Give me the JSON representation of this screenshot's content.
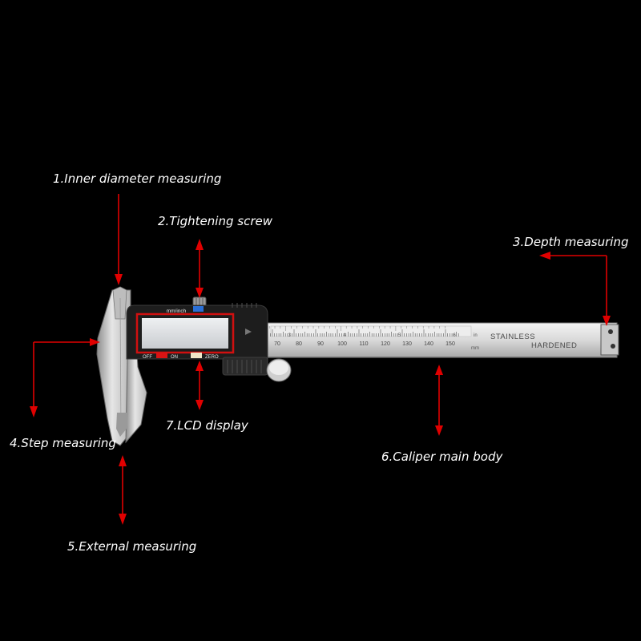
{
  "labels": {
    "inner": "1.Inner diameter measuring",
    "screw": "2.Tightening screw",
    "depth": "3.Depth measuring",
    "step": "4.Step measuring",
    "external": "5.External measuring",
    "body": "6.Caliper main body",
    "lcd": "7.LCD display"
  },
  "device": {
    "unit_button": "mm/inch",
    "off": "OFF",
    "on": "ON",
    "zero": "ZERO",
    "stamp_line1": "STAINLESS",
    "stamp_line2": "HARDENED",
    "inch_unit": "in",
    "mm_unit": "mm",
    "mm_ticks": [
      "70",
      "80",
      "90",
      "100",
      "110",
      "120",
      "130",
      "140",
      "150"
    ],
    "inch_ticks": [
      "3",
      "4",
      "5",
      "6"
    ]
  },
  "colors": {
    "background": "#000000",
    "arrow": "#e00000",
    "label": "#ffffff",
    "lcd_frame": "#d01010",
    "button_red": "#d81414",
    "button_blue": "#2a6fd6"
  }
}
